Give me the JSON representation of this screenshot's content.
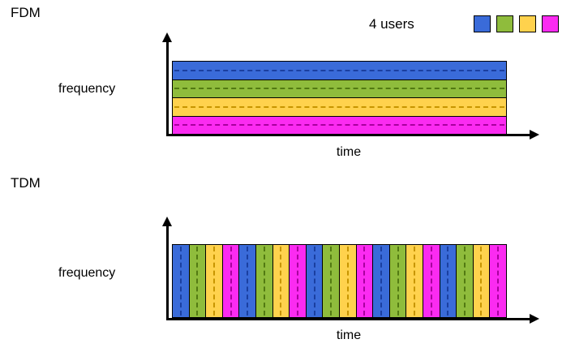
{
  "fdm": {
    "section_label": "FDM",
    "y_axis_label": "frequency",
    "x_axis_label": "time",
    "bands": [
      "blue",
      "green",
      "yellow",
      "magenta"
    ]
  },
  "tdm": {
    "section_label": "TDM",
    "y_axis_label": "frequency",
    "x_axis_label": "time",
    "slots": [
      "blue",
      "green",
      "yellow",
      "magenta",
      "blue",
      "green",
      "yellow",
      "magenta",
      "blue",
      "green",
      "yellow",
      "magenta",
      "blue",
      "green",
      "yellow",
      "magenta",
      "blue",
      "green",
      "yellow",
      "magenta"
    ]
  },
  "legend": {
    "users_label": "4 users",
    "items": [
      "blue",
      "green",
      "yellow",
      "magenta"
    ]
  },
  "colors": {
    "blue": {
      "fill": "#3A6BD9",
      "dash": "#1A3FA0"
    },
    "green": {
      "fill": "#8FBC3C",
      "dash": "#527A12"
    },
    "yellow": {
      "fill": "#FFD24D",
      "dash": "#C79500"
    },
    "magenta": {
      "fill": "#FB2BF1",
      "dash": "#A8009E"
    }
  }
}
